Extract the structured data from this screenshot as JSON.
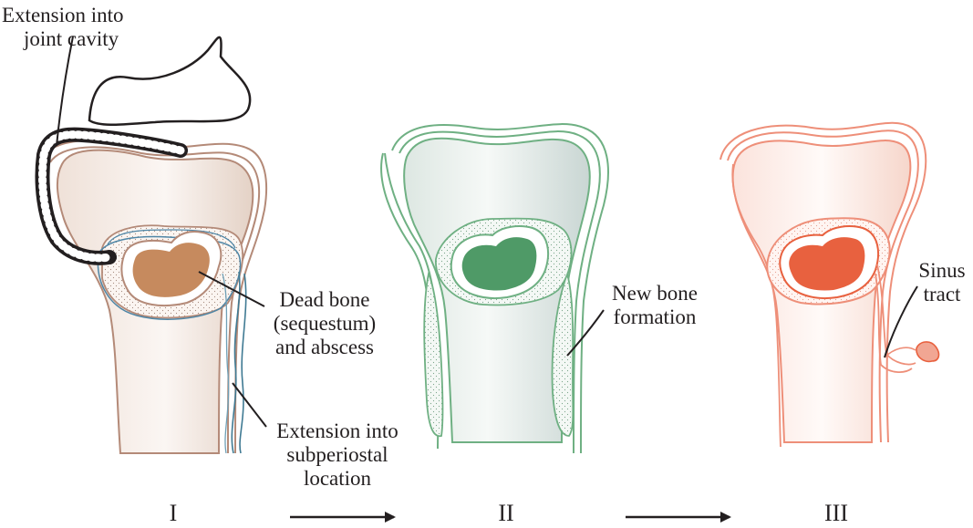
{
  "labels": {
    "joint_cavity": [
      "Extension into",
      "joint cavity"
    ],
    "dead_bone": [
      "Dead bone",
      "(sequestum)",
      "and abscess"
    ],
    "subperiosteal": [
      "Extension into",
      "subperiostal",
      "location"
    ],
    "new_bone": [
      "New bone",
      "formation"
    ],
    "sinus": [
      "Sinus",
      "tract"
    ]
  },
  "stages": [
    "I",
    "II",
    "III"
  ],
  "colors": {
    "stage1_outline": "#b48a78",
    "stage1_abscess": "#c68a5e",
    "stage1_periosteum": "#3f7a93",
    "stage2_outline": "#6fb083",
    "stage2_abscess": "#4f9a67",
    "stage3_outline": "#ee8f79",
    "stage3_abscess": "#e8613f",
    "ink": "#231f20"
  }
}
